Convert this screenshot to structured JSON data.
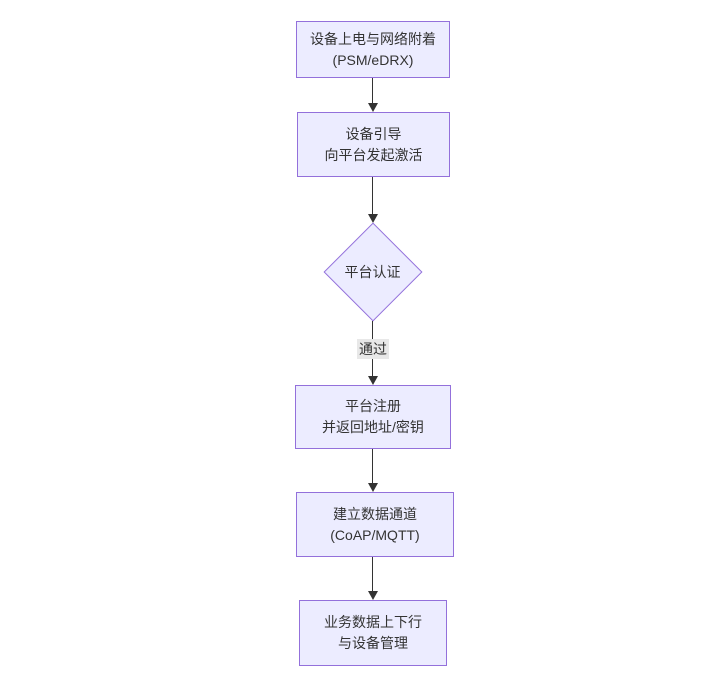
{
  "diagram": {
    "type": "flowchart-top-down",
    "colors": {
      "canvas_background": "#ffffff",
      "node_fill": "#ECECFF",
      "node_border": "#9370DB",
      "text": "#333333",
      "edge": "#333333",
      "edge_label_background": "#e8e8e8"
    },
    "nodes": [
      {
        "id": "power-attach",
        "shape": "rect",
        "line1": "设备上电与网络附着",
        "line2": "(PSM/eDRX)"
      },
      {
        "id": "bootstrap",
        "shape": "rect",
        "line1": "设备引导",
        "line2": "向平台发起激活"
      },
      {
        "id": "platform-auth",
        "shape": "diamond",
        "line1": "平台认证",
        "line2": ""
      },
      {
        "id": "register",
        "shape": "rect",
        "line1": "平台注册",
        "line2": "并返回地址/密钥"
      },
      {
        "id": "data-channel",
        "shape": "rect",
        "line1": "建立数据通道",
        "line2": "(CoAP/MQTT)"
      },
      {
        "id": "business",
        "shape": "rect",
        "line1": "业务数据上下行",
        "line2": "与设备管理"
      }
    ],
    "edges": [
      {
        "from": "power-attach",
        "to": "bootstrap",
        "label": ""
      },
      {
        "from": "bootstrap",
        "to": "platform-auth",
        "label": ""
      },
      {
        "from": "platform-auth",
        "to": "register",
        "label": "通过"
      },
      {
        "from": "register",
        "to": "data-channel",
        "label": ""
      },
      {
        "from": "data-channel",
        "to": "business",
        "label": ""
      }
    ]
  }
}
